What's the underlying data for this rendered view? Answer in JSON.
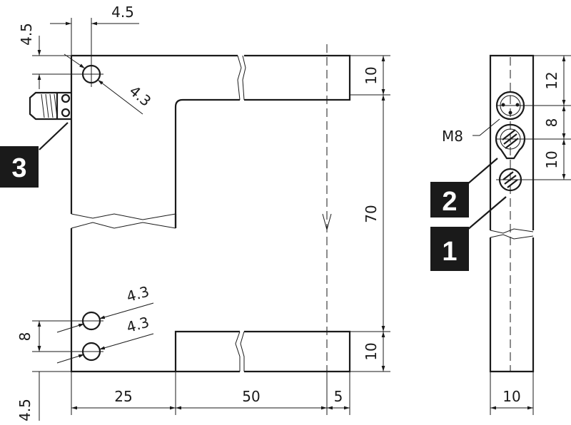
{
  "front_view": {
    "dim_top_offset": "4.5",
    "dim_left_offset": "4.5",
    "dim_top_hole": "4.3",
    "dim_bottom_hole_1": "4.3",
    "dim_bottom_hole_2": "4.3",
    "dim_hole_spacing": "8",
    "dim_bottom_left_offset": "4.5",
    "dim_width_left": "25",
    "dim_slot_width": "50",
    "dim_right_offset": "5",
    "dim_top_arm": "10",
    "dim_slot_height": "70",
    "dim_bottom_arm": "10",
    "callout_3": "3"
  },
  "side_view": {
    "connector_label": "M8",
    "dim_top": "12",
    "dim_middle": "8",
    "dim_lower": "10",
    "dim_width": "10",
    "callout_2": "2",
    "callout_1": "1"
  },
  "colors": {
    "line": "#1a1a1a",
    "callout_bg": "#1a1a1a"
  }
}
